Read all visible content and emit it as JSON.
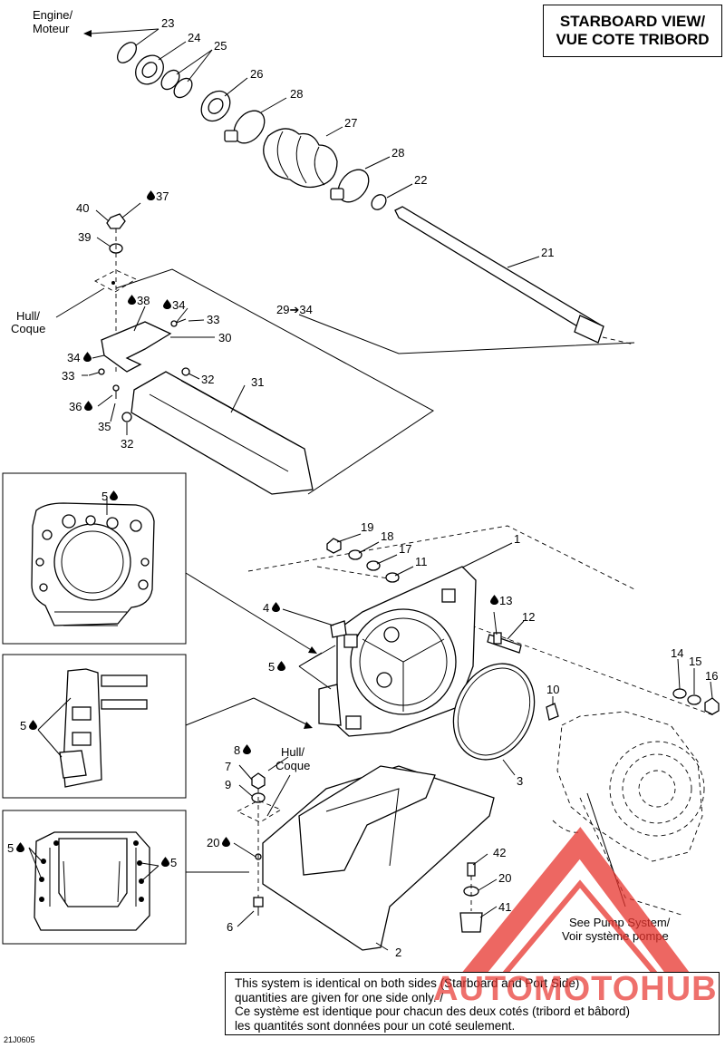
{
  "header": {
    "view_line1": "STARBOARD VIEW/",
    "view_line2": "VUE COTE TRIBORD"
  },
  "labels": {
    "engine_line1": "Engine/",
    "engine_line2": "Moteur",
    "hull_a_line1": "Hull/",
    "hull_a_line2": "Coque",
    "hull_b_line1": "Hull/",
    "hull_b_line2": "Coque",
    "pump_line1": "See Pump System/",
    "pump_line2": "Voir système pompe",
    "range": "29➔34"
  },
  "parts": {
    "p1": "1",
    "p2": "2",
    "p3": "3",
    "p4": "4",
    "p5a": "5",
    "p5b": "5",
    "p5c": "5",
    "p5d": "5",
    "p5e": "5",
    "p6": "6",
    "p7": "7",
    "p8": "8",
    "p9": "9",
    "p10": "10",
    "p11": "11",
    "p12": "12",
    "p13": "13",
    "p14": "14",
    "p15": "15",
    "p16": "16",
    "p17": "17",
    "p18": "18",
    "p19": "19",
    "p20a": "20",
    "p20b": "20",
    "p21": "21",
    "p22": "22",
    "p23": "23",
    "p24": "24",
    "p25": "25",
    "p26": "26",
    "p27": "27",
    "p28a": "28",
    "p28b": "28",
    "p30": "30",
    "p31": "31",
    "p32a": "32",
    "p32b": "32",
    "p33a": "33",
    "p33b": "33",
    "p34a": "34",
    "p34b": "34",
    "p35": "35",
    "p36": "36",
    "p37": "37",
    "p38": "38",
    "p39": "39",
    "p40": "40",
    "p41": "41",
    "p42": "42"
  },
  "note": {
    "line1": "This system is identical on both sides (Starboard and Port Side)",
    "line2": "quantities are given for one side only. /",
    "line3": "Ce système est identique pour chacun des deux cotés (tribord et bâbord)",
    "line4": "les quantités sont données pour un coté seulement."
  },
  "watermark": {
    "text": "AUTOMOTOHUB",
    "color": "#e8352e"
  },
  "figure_ref": "21J0605",
  "colors": {
    "line": "#000000",
    "background": "#ffffff",
    "watermark": "#e8352e"
  }
}
